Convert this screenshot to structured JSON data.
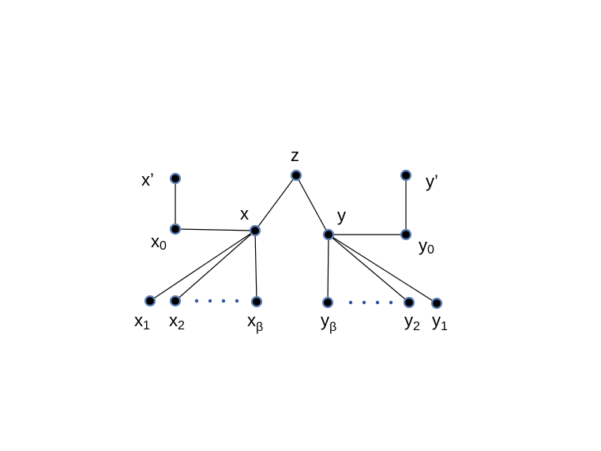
{
  "diagram": {
    "labels": {
      "z": "z",
      "x": "x",
      "y": "y",
      "x_prime": "x’",
      "y_prime": "y’",
      "x0_base": "x",
      "x0_sub": "0",
      "y0_base": "y",
      "y0_sub": "0",
      "x1_base": "x",
      "x1_sub": "1",
      "x2_base": "x",
      "x2_sub": "2",
      "xb_base": "x",
      "xb_sub": "β",
      "y1_base": "y",
      "y1_sub": "1",
      "y2_base": "y",
      "y2_sub": "2",
      "yb_base": "y",
      "yb_sub": "β"
    },
    "colors": {
      "node_fill": "#000000",
      "node_ring": "#5b7fb8",
      "edge": "#000000",
      "ellipsis_dots": "#2f55a4"
    }
  }
}
